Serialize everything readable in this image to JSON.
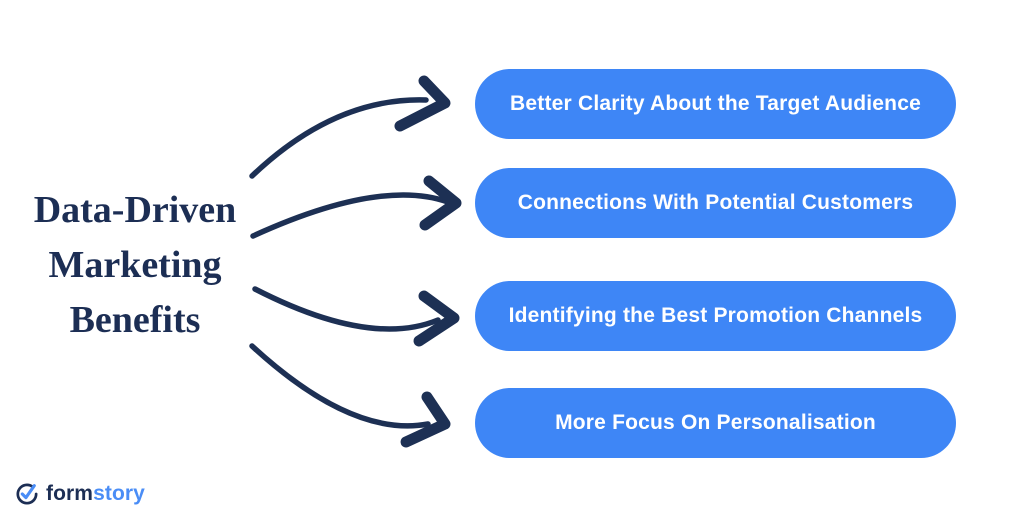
{
  "title": {
    "lines": [
      "Data-Driven",
      "Marketing",
      "Benefits"
    ]
  },
  "benefits": [
    {
      "label": "Better Clarity About the Target Audience"
    },
    {
      "label": "Connections With Potential Customers"
    },
    {
      "label": "Identifying the Best Promotion Channels"
    },
    {
      "label": "More Focus On Personalisation"
    }
  ],
  "logo": {
    "part1": "form",
    "part2": "story",
    "icon": "check-circle-icon"
  },
  "icons": {
    "arrow": "curved-arrow-icon"
  },
  "colors": {
    "pill_bg": "#3E86F6",
    "pill_text": "#FFFFFF",
    "navy": "#1C2E54",
    "arrow": "#1D3054",
    "logo_blue": "#4A8DF6",
    "background": "#FFFFFF"
  }
}
